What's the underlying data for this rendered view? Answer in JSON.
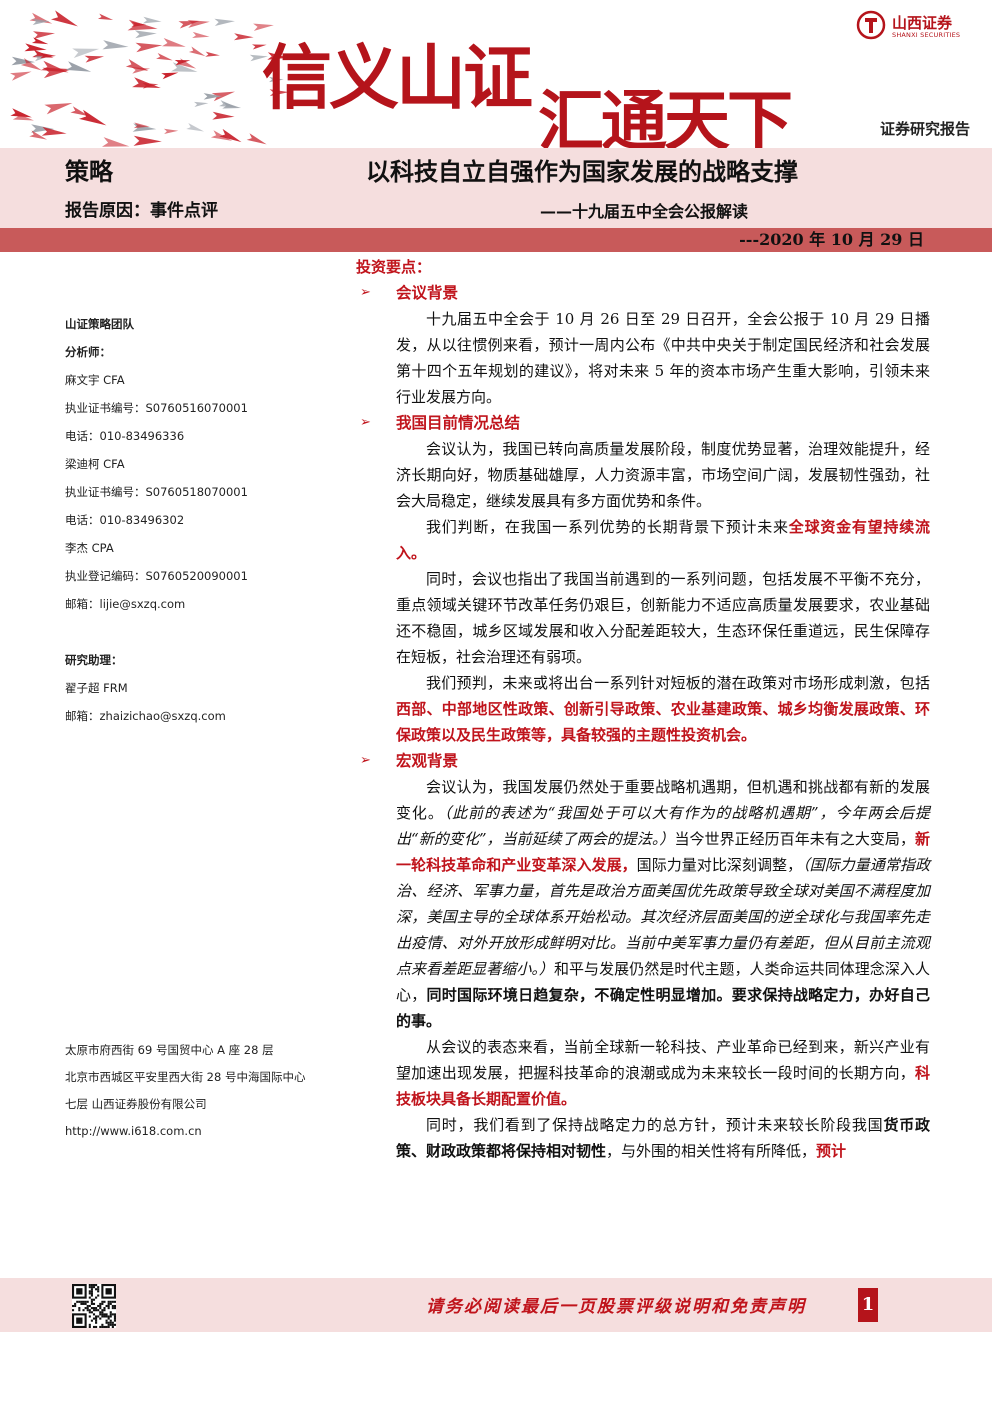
{
  "header": {
    "slogan_part1": "信义山证",
    "slogan_part2": "汇通天下",
    "logo_cn": "山西证券",
    "logo_en": "SHANXI SECURITIES",
    "report_type": "证券研究报告",
    "colors": {
      "brand_red": "#b5141b",
      "band_pink": "#f5dede",
      "date_band": "#c85a5a"
    }
  },
  "title": {
    "category": "策略",
    "main": "以科技自立自强作为国家发展的战略支撑",
    "reason": "报告原因：事件点评",
    "subtitle": "——十九届五中全会公报解读",
    "date": "---2020 年 10 月 29 日"
  },
  "sidebar": {
    "team": "山证策略团队",
    "analyst_label": "分析师：",
    "analysts": [
      {
        "name": "麻文宇 CFA",
        "cert": "执业证书编号：S0760516070001",
        "contact": "电话：010-83496336"
      },
      {
        "name": "梁迪柯 CFA",
        "cert": "执业证书编号：S0760518070001",
        "contact": "电话：010-83496302"
      },
      {
        "name": "李杰 CPA",
        "cert": "执业登记编码：S0760520090001",
        "contact": "邮箱：lijie@sxzq.com"
      }
    ],
    "assistant_label": "研究助理：",
    "assistant_name": "翟子超 FRM",
    "assistant_email": "邮箱：zhaizichao@sxzq.com",
    "address": [
      "太原市府西街 69 号国贸中心 A 座 28 层",
      "北京市西城区平安里西大街 28  号中海国际中心",
      "七层 山西证券股份有限公司",
      "http://www.i618.com.cn"
    ]
  },
  "content": {
    "points_title": "投资要点：",
    "sections": [
      {
        "title": "会议背景"
      },
      {
        "title": "我国目前情况总结"
      },
      {
        "title": "宏观背景"
      }
    ],
    "p1": "十九届五中全会于 10 月 26 日至 29 日召开，全会公报于 10 月 29 日播发，从以往惯例来看，预计一周内公布《中共中央关于制定国民经济和社会发展第十四个五年规划的建议》，将对未来 5 年的资本市场产生重大影响，引领未来行业发展方向。",
    "p2": "会议认为，我国已转向高质量发展阶段，制度优势显著，治理效能提升，经济长期向好，物质基础雄厚，人力资源丰富，市场空间广阔，发展韧性强劲，社会大局稳定，继续发展具有多方面优势和条件。",
    "p3a": "我们判断，在我国一系列优势的长期背景下预计未来",
    "p3b": "全球资金有望持续流入。",
    "p4": "同时，会议也指出了我国当前遇到的一系列问题，包括发展不平衡不充分，重点领域关键环节改革任务仍艰巨，创新能力不适应高质量发展要求，农业基础还不稳固，城乡区域发展和收入分配差距较大，生态环保任重道远，民生保障存在短板，社会治理还有弱项。",
    "p5a": "我们预判，未来或将出台一系列针对短板的潜在政策对市场形成刺激，包括",
    "p5b": "西部、中部地区性政策、创新引导政策、农业基建政策、城乡均衡发展政策、环保政策以及民生政策等，具备较强的主题性投资机会。",
    "p6a": "会议认为，我国发展仍然处于重要战略机遇期，但机遇和挑战都有新的发展变化。",
    "p6b": "（此前的表述为“我国处于可以大有作为的战略机遇期”，今年两会后提出“新的变化”，当前延续了两会的提法。）",
    "p6c": "当今世界正经历百年未有之大变局，",
    "p6d": "新一轮科技革命和产业变革深入发展，",
    "p6e": "国际力量对比深刻调整，",
    "p6f": "（国际力量通常指政治、经济、军事力量，首先是政治方面美国优先政策导致全球对美国不满程度加深，美国主导的全球体系开始松动。其次经济层面美国的逆全球化与我国率先走出疫情、对外开放形成鲜明对比。当前中美军事力量仍有差距，但从目前主流观点来看差距显著缩小。）",
    "p6g": "和平与发展仍然是时代主题，人类命运共同体理念深入人心，",
    "p6h": "同时国际环境日趋复杂，不确定性明显增加。要求保持战略定力，办好自己的事。",
    "p7a": "从会议的表态来看，当前全球新一轮科技、产业革命已经到来，新兴产业有望加速出现发展，把握科技革命的浪潮或成为未来较长一段时间的长期方向，",
    "p7b": "科技板块具备长期配置价值。",
    "p8a": "同时，我们看到了保持战略定力的总方针，预计未来较长阶段我国",
    "p8b": "货币政策、财政政策都将保持相对韧性",
    "p8c": "，与外围的相关性将有所降低，",
    "p8d": "预计"
  },
  "footer": {
    "disclaimer": "请务必阅读最后一页股票评级说明和免责声明",
    "page_number": "1"
  }
}
